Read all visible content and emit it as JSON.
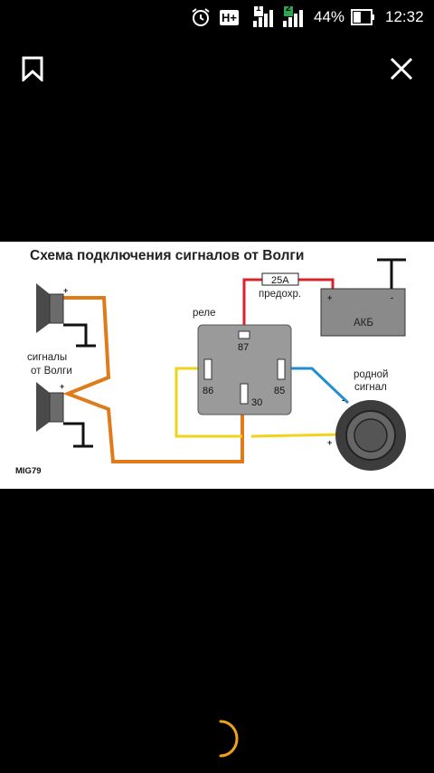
{
  "status_bar": {
    "badge_h": "H+",
    "sim1": "1",
    "sim2": "2",
    "battery_percent": "44%",
    "battery_level": 0.44,
    "time": "12:32"
  },
  "toolbar": {
    "bookmark_icon": "bookmark-icon",
    "close_icon": "close-icon"
  },
  "diagram": {
    "title": "Схема подключения сигналов от Волги",
    "horns_label_line1": "сигналы",
    "horns_label_line2": "от Волги",
    "relay_label": "реле",
    "pin_87": "87",
    "pin_86": "86",
    "pin_85": "85",
    "pin_30": "30",
    "fuse_rating": "25A",
    "fuse_label": "предохр.",
    "battery_label": "АКБ",
    "native_horn_line1": "родной",
    "native_horn_line2": "сигнал",
    "plus": "+",
    "minus": "-",
    "credit": "MIG79",
    "wire_colors": {
      "orange": "#e07b1c",
      "yellow": "#f2d31b",
      "red": "#d9232b",
      "blue": "#1f8fd1"
    }
  }
}
